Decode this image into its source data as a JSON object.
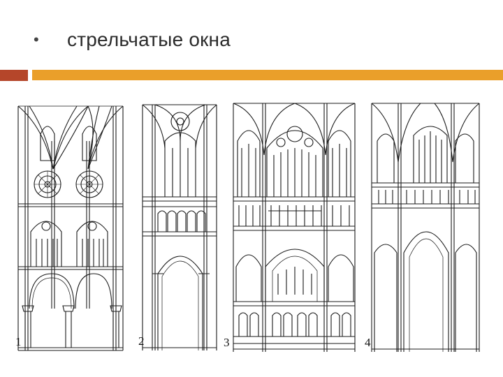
{
  "slide": {
    "bullet_symbol": "•",
    "title": "стрельчатые окна"
  },
  "figure": {
    "labels": [
      "1",
      "2",
      "3",
      "4"
    ],
    "colors": {
      "line": "#1a1a1a",
      "red_bar": "#b5462a",
      "orange_bar": "#ea9f2a"
    }
  }
}
